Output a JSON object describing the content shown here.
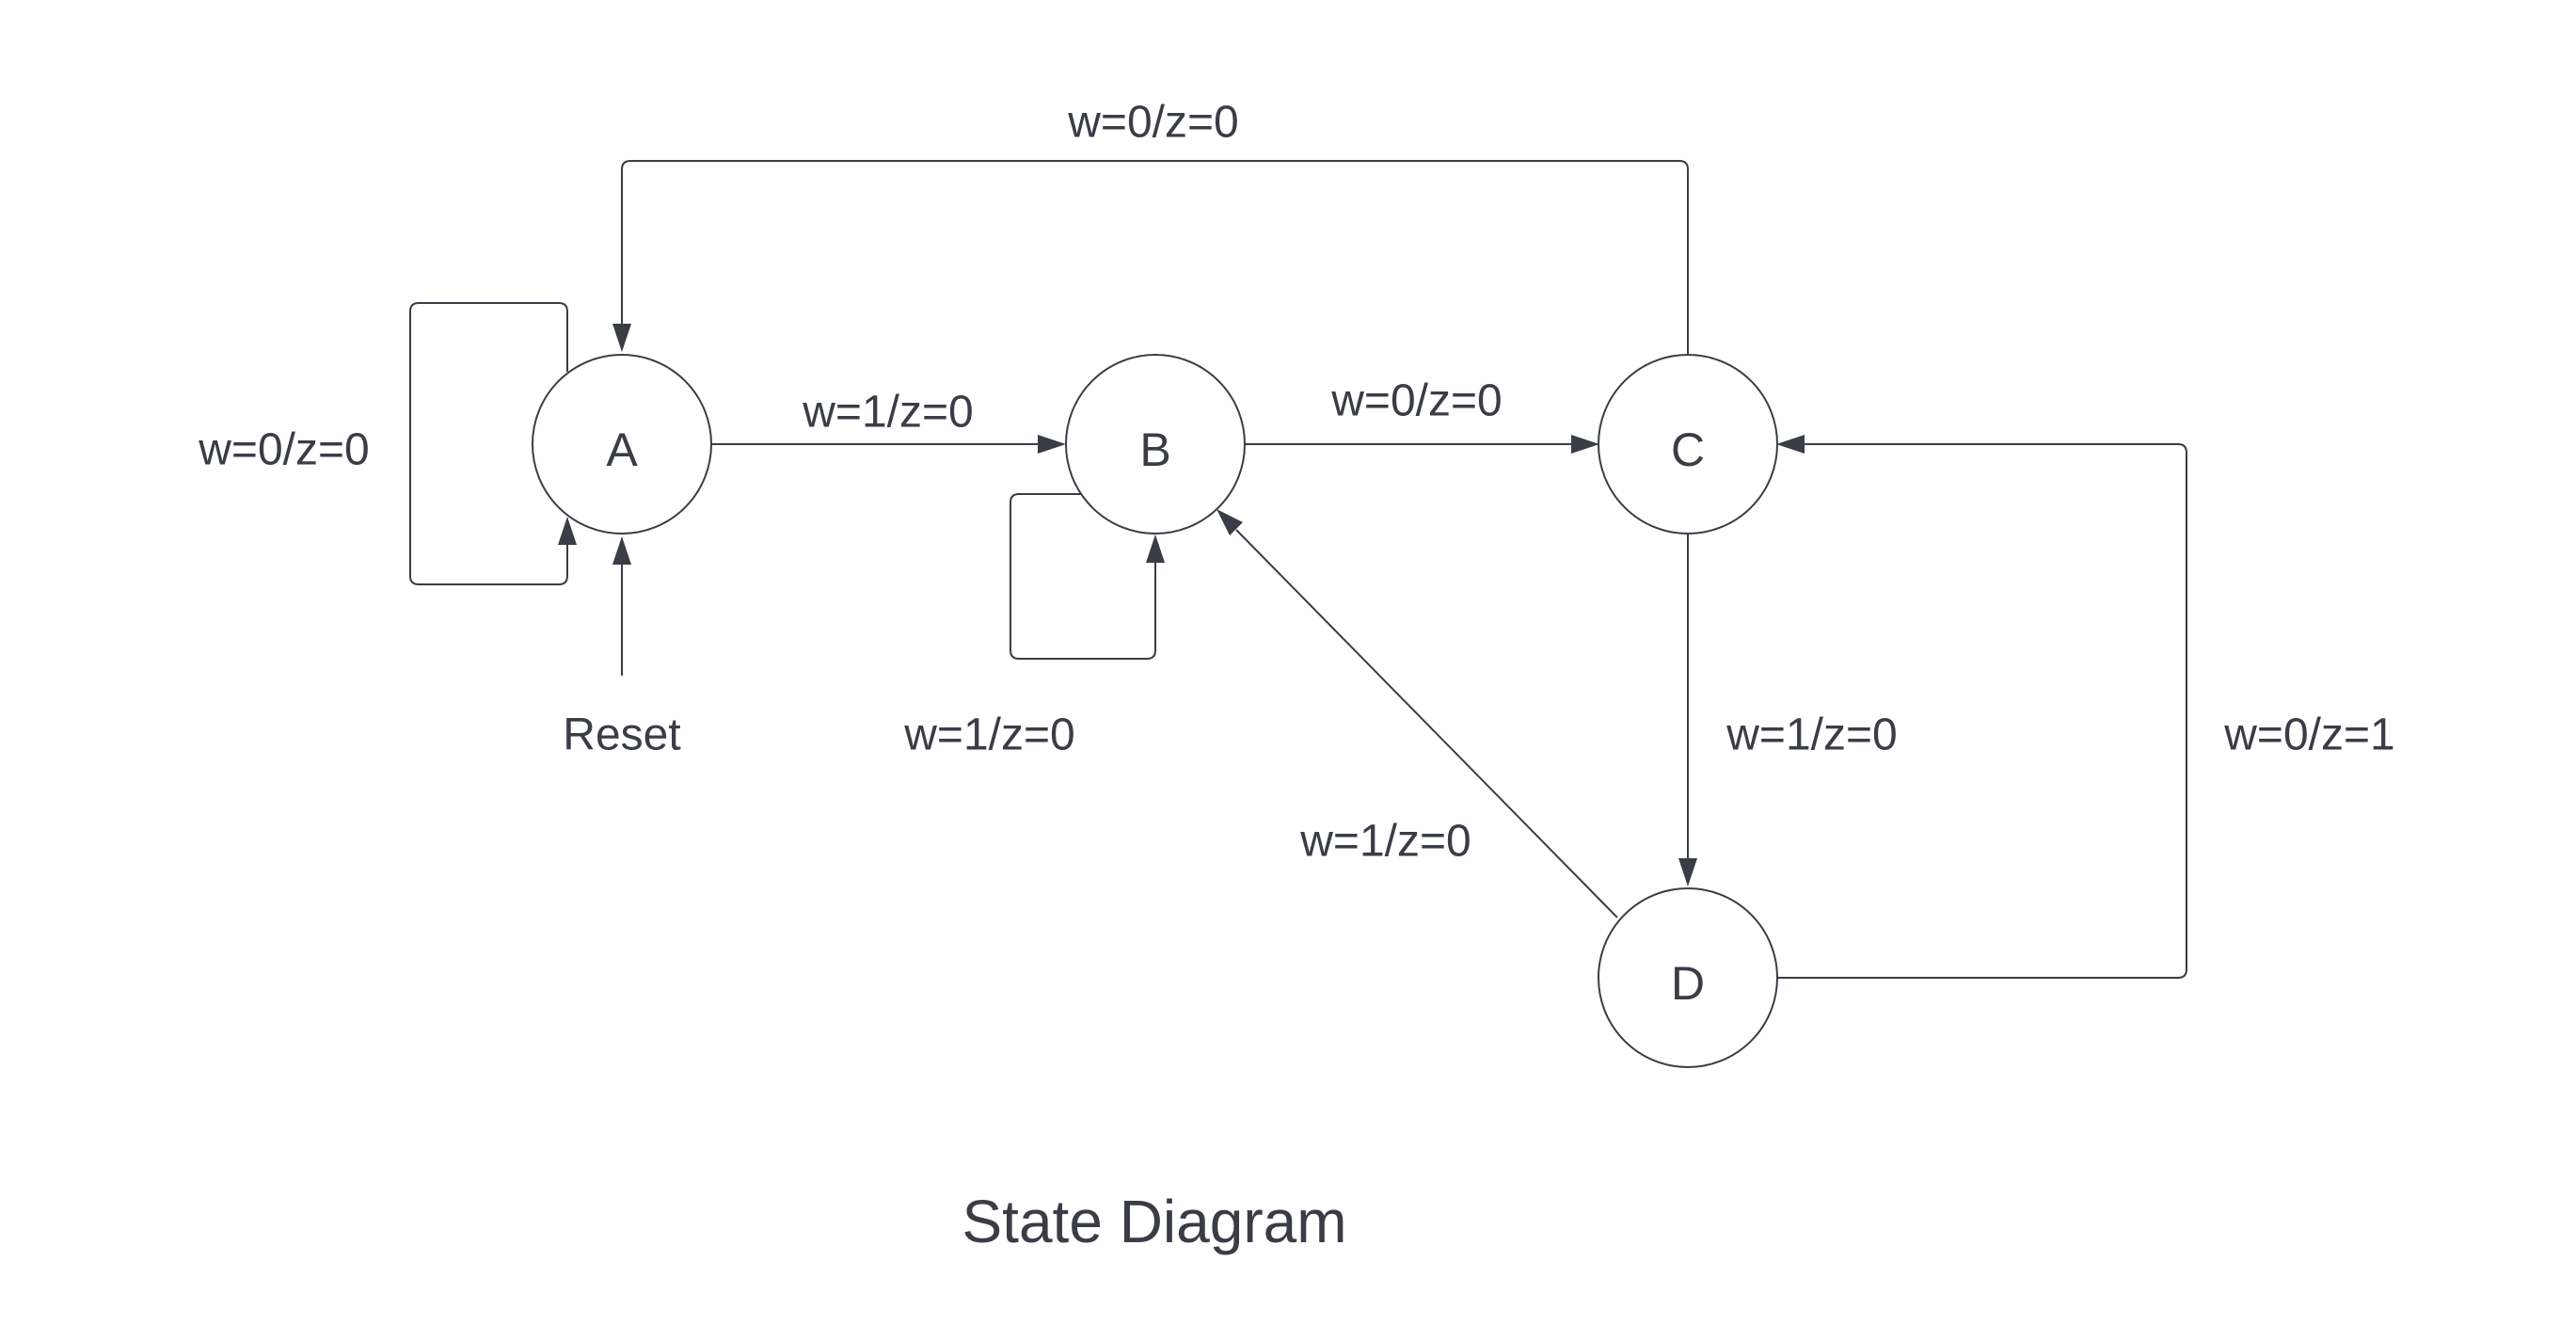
{
  "diagram": {
    "title": "State Diagram",
    "colors": {
      "line": "#3a3d45",
      "text": "#3a3d45",
      "background": "#ffffff"
    },
    "states": [
      {
        "id": "A",
        "label": "A"
      },
      {
        "id": "B",
        "label": "B"
      },
      {
        "id": "C",
        "label": "C"
      },
      {
        "id": "D",
        "label": "D"
      }
    ],
    "reset": {
      "label": "Reset",
      "target": "A"
    },
    "transitions": [
      {
        "from": "A",
        "to": "A",
        "label": "w=0/z=0"
      },
      {
        "from": "A",
        "to": "B",
        "label": "w=1/z=0"
      },
      {
        "from": "B",
        "to": "B",
        "label": "w=1/z=0"
      },
      {
        "from": "B",
        "to": "C",
        "label": "w=0/z=0"
      },
      {
        "from": "C",
        "to": "A",
        "label": "w=0/z=0"
      },
      {
        "from": "C",
        "to": "D",
        "label": "w=1/z=0"
      },
      {
        "from": "D",
        "to": "B",
        "label": "w=1/z=0"
      },
      {
        "from": "D",
        "to": "C",
        "label": "w=0/z=1"
      }
    ]
  }
}
